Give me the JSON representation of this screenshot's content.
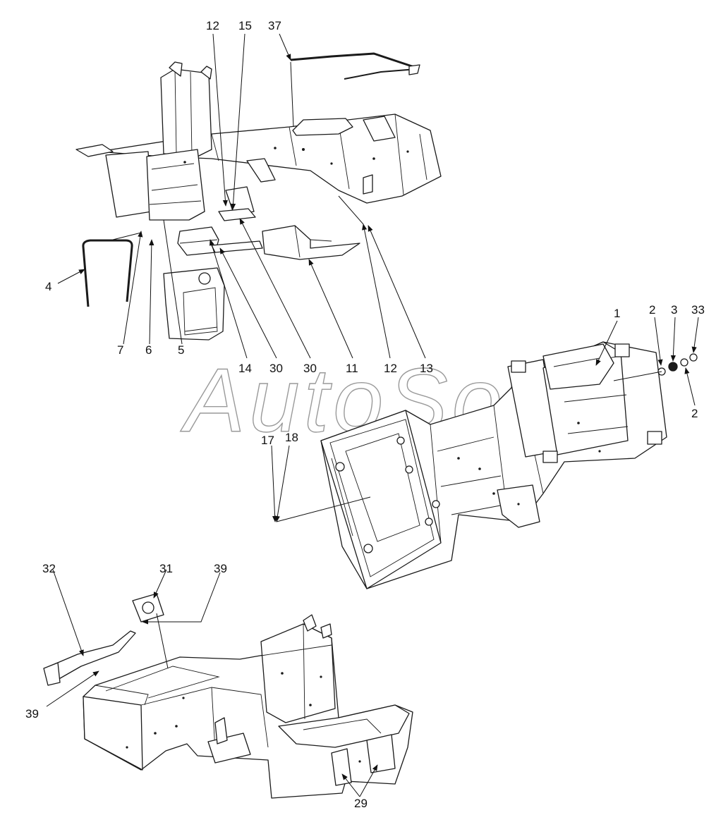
{
  "watermark": "AutoSoft",
  "callouts": [
    "1",
    "2",
    "2",
    "3",
    "4",
    "5",
    "6",
    "7",
    "11",
    "12",
    "12",
    "13",
    "14",
    "15",
    "17",
    "18",
    "29",
    "30",
    "30",
    "31",
    "32",
    "33",
    "37",
    "39",
    "39"
  ],
  "colors": {
    "line": "#1a1a1a",
    "watermark": "#9a9a9a",
    "background": "#ffffff"
  }
}
